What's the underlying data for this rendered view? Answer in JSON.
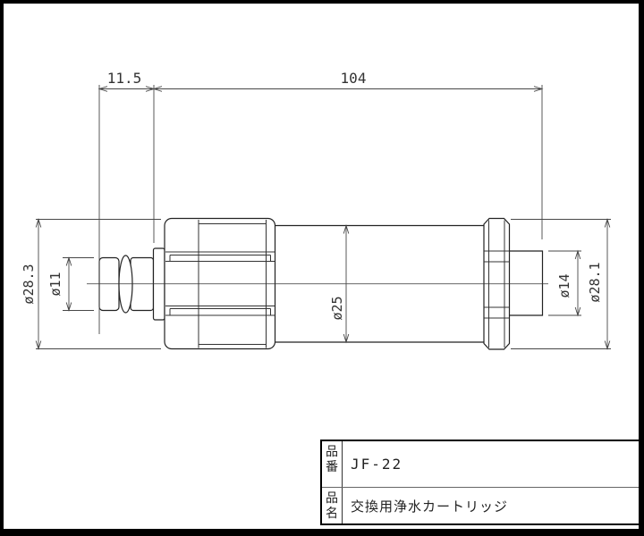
{
  "drawing": {
    "dims": {
      "len_front": "11.5",
      "len_body": "104",
      "dia_cap": "ø28.3",
      "dia_nozzle": "ø11",
      "dia_body": "ø25",
      "dia_outlet": "ø14",
      "dia_ring": "ø28.1"
    }
  },
  "title_block": {
    "rows": [
      {
        "label": "品番",
        "value": "JF-22"
      },
      {
        "label": "品名",
        "value": "交換用浄水カートリッジ"
      }
    ]
  },
  "colors": {
    "line": "#222222",
    "dimension_line": "#474747",
    "text": "#333333",
    "frame": "#000000",
    "background": "#ffffff"
  }
}
